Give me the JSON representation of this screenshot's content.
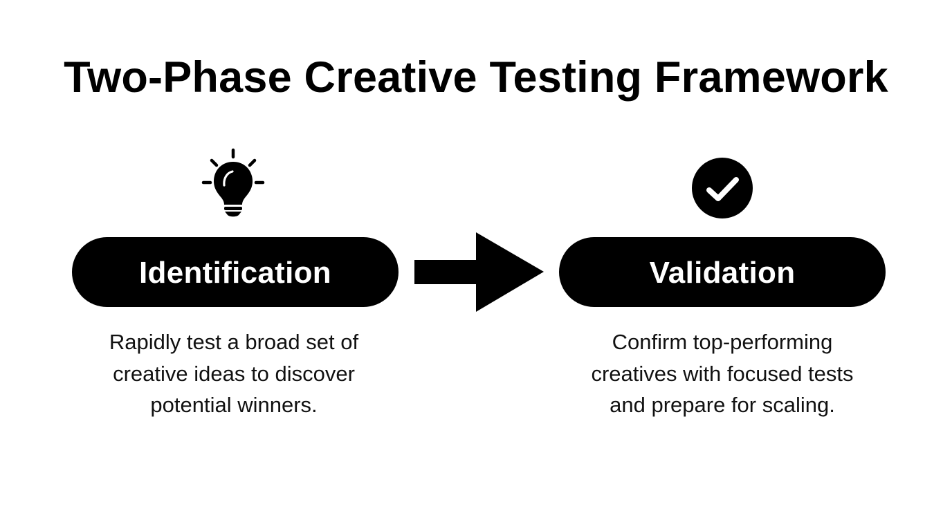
{
  "title": "Two-Phase Creative Testing Framework",
  "colors": {
    "foreground": "#000000",
    "background": "#ffffff",
    "pill_text": "#ffffff"
  },
  "phases": [
    {
      "icon": "lightbulb-icon",
      "label": "Identification",
      "description_lines": [
        "Rapidly test a broad set of",
        "creative ideas to discover",
        "potential winners."
      ]
    },
    {
      "icon": "check-circle-icon",
      "label": "Validation",
      "description_lines": [
        "Confirm top-performing",
        "creatives with focused tests",
        "and prepare for scaling."
      ]
    }
  ],
  "connector": {
    "icon": "arrow-right-icon"
  }
}
